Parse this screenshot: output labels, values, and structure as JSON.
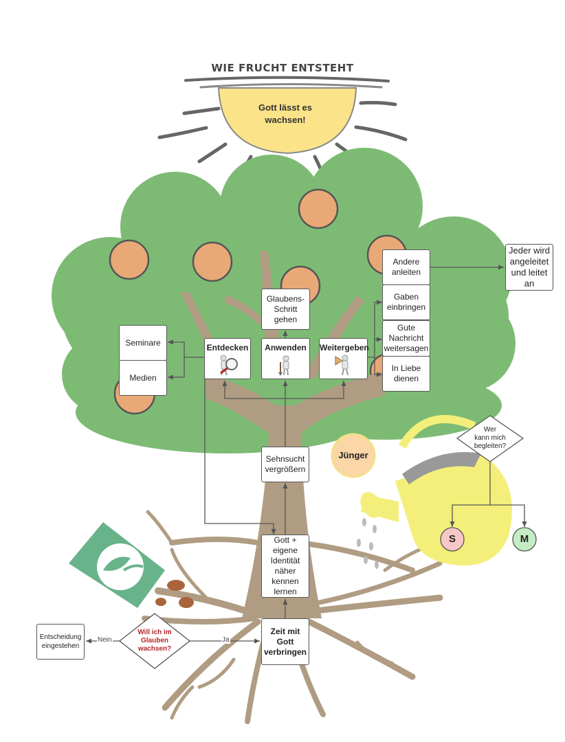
{
  "title": "WIE FRUCHT ENTSTEHT",
  "sun_text": "Gott lässt es\nwachsen!",
  "stages": {
    "entdecken": "Entdecken",
    "anwenden": "Anwenden",
    "weitergeben": "Weitergeben"
  },
  "boxes": {
    "seminare": "Seminare",
    "medien": "Medien",
    "glaubensschritt": "Glaubens-\nSchritt\ngehen",
    "andere_anleiten": "Andere\nanleiten",
    "gaben_einbringen": "Gaben\neinbringen",
    "gute_nachricht": "Gute\nNachricht\nweitersagen",
    "in_liebe_dienen": "In Liebe\ndienen",
    "jeder_wird": "Jeder wird\nangeleitet\nund leitet\nan",
    "sehnsucht": "Sehnsucht\nvergrößern",
    "gott_identitaet": "Gott +\neigene\nIdentität\nnäher\nkennen\nlernen",
    "zeit_mit_gott": "Zeit mit\nGott\nverbringen",
    "entscheidung": "Entscheidung\neingestehen"
  },
  "decisions": {
    "will_ich": "Will ich im\nGlauben\nwachsen?",
    "wer_kann": "Wer\nkann mich\nbegleiten?"
  },
  "edge_labels": {
    "nein": "Nein",
    "ja": "Ja"
  },
  "circles": {
    "juenger": "Jünger",
    "s": "S",
    "m": "M"
  },
  "colors": {
    "tree_green": "#7dbb74",
    "trunk": "#b09c82",
    "fruit": "#e8a977",
    "sun": "#fbe38a",
    "can": "#f3ef7a",
    "seed_pack": "#68b38a",
    "red_text": "#b3262a",
    "s_circle": "#f7c6c6",
    "m_circle": "#c5ecc4",
    "juenger_circle": "#fbd6a6"
  }
}
